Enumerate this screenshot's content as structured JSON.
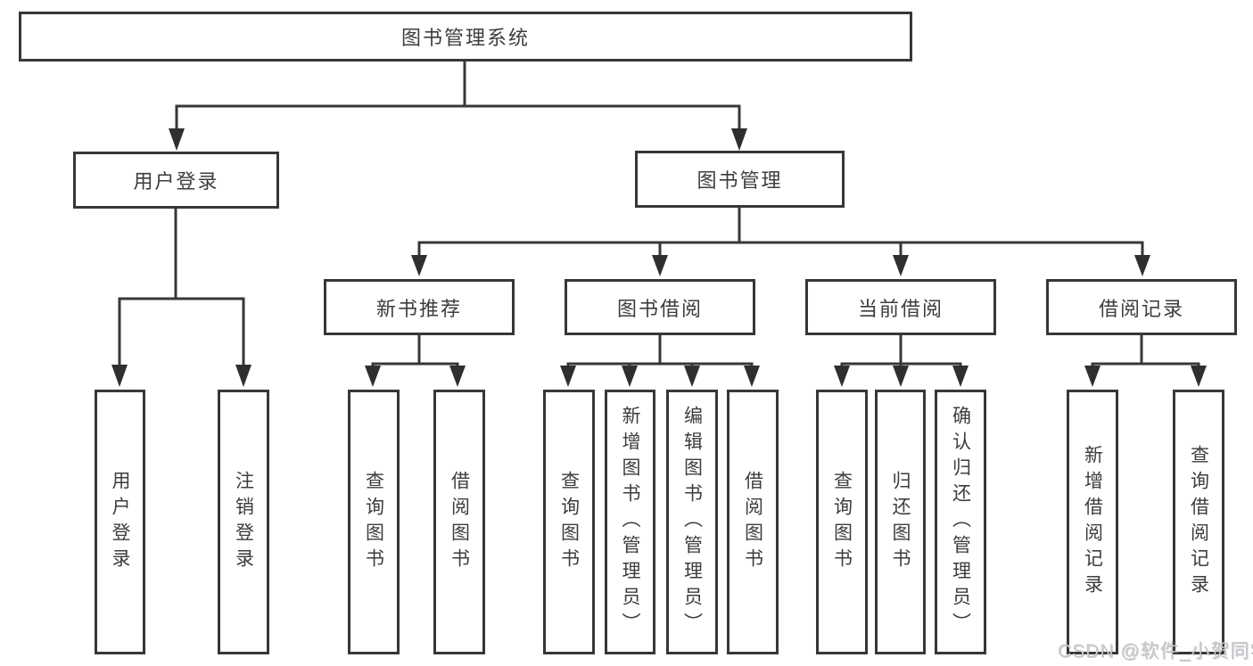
{
  "tree": {
    "root": {
      "label": "图书管理系统",
      "children": [
        {
          "label": "用户登录",
          "children": [
            {
              "label": "用户登录"
            },
            {
              "label": "注销登录"
            }
          ]
        },
        {
          "label": "图书管理",
          "children": [
            {
              "label": "新书推荐",
              "children": [
                {
                  "label": "查询图书"
                },
                {
                  "label": "借阅图书"
                }
              ]
            },
            {
              "label": "图书借阅",
              "children": [
                {
                  "label": "查询图书"
                },
                {
                  "label": "新增图书（管理员）"
                },
                {
                  "label": "编辑图书（管理员）"
                },
                {
                  "label": "借阅图书"
                }
              ]
            },
            {
              "label": "当前借阅",
              "children": [
                {
                  "label": "查询图书"
                },
                {
                  "label": "归还图书"
                },
                {
                  "label": "确认归还（管理员）"
                }
              ]
            },
            {
              "label": "借阅记录",
              "children": [
                {
                  "label": "新增借阅记录"
                },
                {
                  "label": "查询借阅记录"
                }
              ]
            }
          ]
        }
      ]
    }
  },
  "watermark": {
    "text": "CSDN @软件_小贺同学"
  },
  "colors": {
    "line": "#373737",
    "border": "#373737",
    "text": "#3d3d3d",
    "watermark": "#c9c9cd",
    "background": "#ffffff"
  }
}
